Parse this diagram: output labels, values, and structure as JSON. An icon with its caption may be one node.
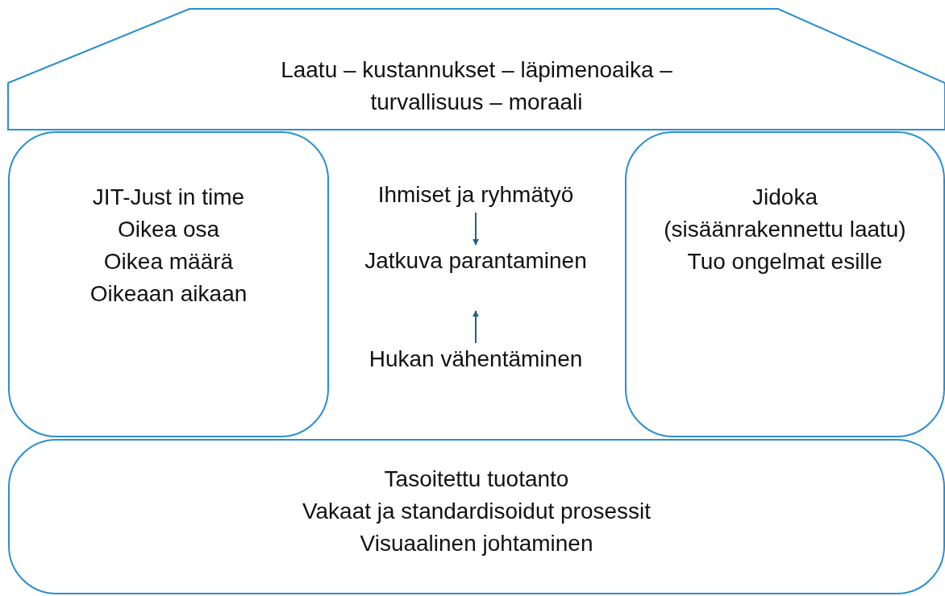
{
  "diagram": {
    "nodes": [
      {
        "text": [
          "Laatu – kustannukset – läpimenoaika – turvallisuus – moraali"
        ]
      },
      {
        "text": [
          "JIT-Just in time",
          "Oikea osa",
          "Oikea määrä",
          "Oikeaan aikaan"
        ]
      },
      {
        "text": [
          "Ihmiset ja ryhmätyö"
        ]
      },
      {
        "text": [
          "Jatkuva parantaminen"
        ]
      },
      {
        "text": [
          "Hukan vähentäminen"
        ]
      },
      {
        "text": [
          "Jidoka",
          "(sisäänrakennettu laatu)",
          "Tuo ongelmat esille"
        ]
      },
      {
        "text": [
          "Tasoitettu tuotanto",
          "Vakaat ja standardisoidut prosessit",
          "Visuaalinen johtaminen"
        ]
      }
    ],
    "edges": [
      {
        "from": 2,
        "to": 3,
        "arrow": "to",
        "color": "#1f5f8b"
      },
      {
        "from": 4,
        "to": 3,
        "arrow": "to",
        "color": "#1f5f8b"
      }
    ]
  }
}
